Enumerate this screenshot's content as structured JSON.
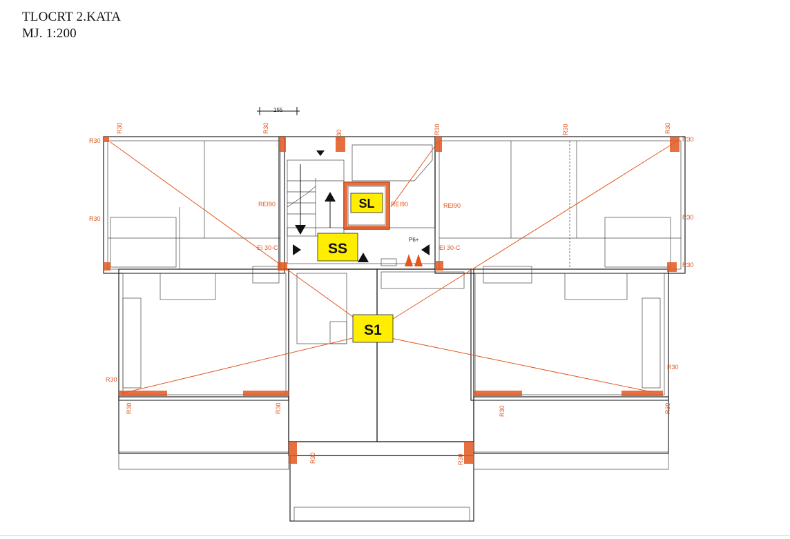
{
  "title": "TLOCRT 2.KATA",
  "scale": "MJ. 1:200",
  "dimension": "155",
  "zone_labels": {
    "sl": "SL",
    "ss": "SS",
    "s1": "S1"
  },
  "wall_labels": {
    "rei90": "REI90",
    "r30": "R30",
    "ei30c": "EI 30-C",
    "p6": "P6+"
  },
  "accent": "#e2571e",
  "marker_color": "#ffee00"
}
